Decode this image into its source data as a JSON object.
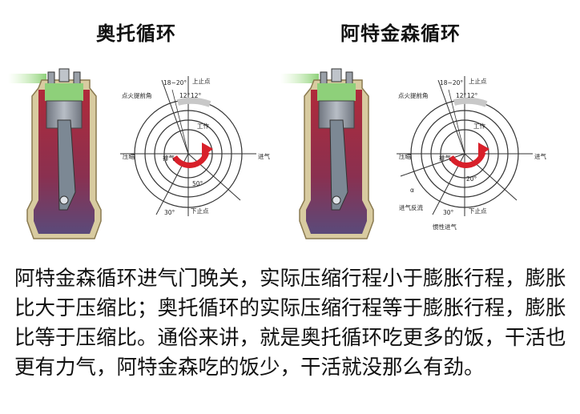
{
  "titles": {
    "otto": "奥托循环",
    "atkinson": "阿特金森循环"
  },
  "otto_diagram": {
    "spark_advance": "点火提前角",
    "range": "18~20°",
    "tdc": "上止点",
    "angle12": "12°",
    "angle12b": "12°",
    "work": "工作",
    "exhaust": "排气",
    "compress": "压缩",
    "intake": "进气",
    "angle30": "30°",
    "bdc": "下止点",
    "angle50": "50°"
  },
  "atkinson_diagram": {
    "spark_advance": "点火提前角",
    "range": "18~20°",
    "tdc": "上止点",
    "angle12": "12°",
    "angle12b": "12°",
    "work": "工作",
    "exhaust": "排气",
    "compress": "压缩",
    "intake": "进气",
    "angle20": "20°",
    "angle30": "30°",
    "bdc": "下止点",
    "intake_backflow": "进气反流",
    "inertia_intake": "惯性进气",
    "angle_alpha": "α"
  },
  "caption": "阿特金森循环进气门晚关，实际压缩行程小于膨胀行程，膨胀比大于压缩比；奥托循环的实际压缩行程等于膨胀行程，膨胀比等于压缩比。通俗来讲，就是奥托循环吃更多的饭，干活也更有力气，阿特金森吃的饭少，干活就没那么有劲。",
  "colors": {
    "cylinder_red": "#a0283c",
    "cylinder_purple": "#6a4a80",
    "piston_gray": "#8a9099",
    "chamber_green": "#7ac070",
    "arrow_red": "#d8202a",
    "wall_tan": "#c9b98a"
  }
}
